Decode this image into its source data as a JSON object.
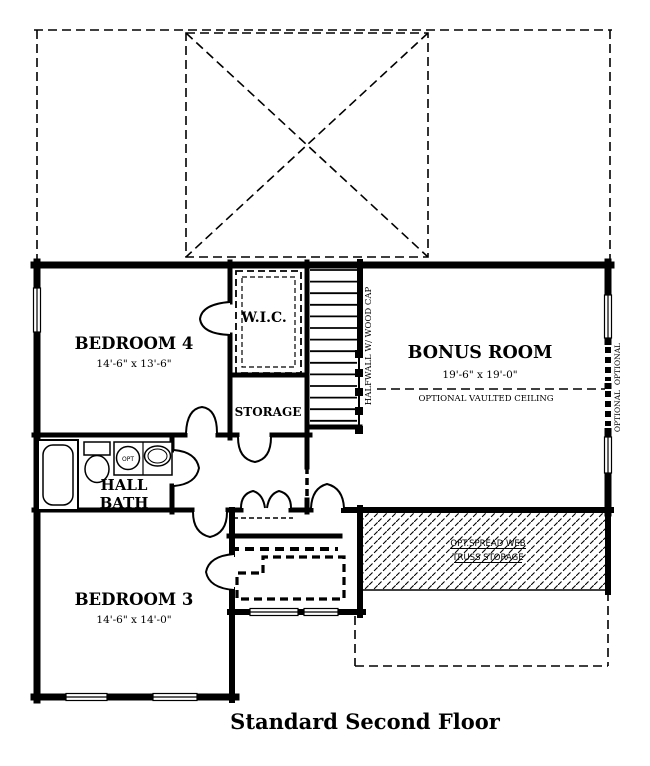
{
  "title": "Standard Second Floor",
  "rooms": {
    "bedroom4": {
      "name": "BEDROOM 4",
      "dims": "14'-6\" x 13'-6\""
    },
    "wic": {
      "name": "W.I.C."
    },
    "storage": {
      "name": "STORAGE"
    },
    "hall_bath": {
      "line1": "HALL",
      "line2": "BATH"
    },
    "bedroom3": {
      "name": "BEDROOM 3",
      "dims": "14'-6\" x 14'-0\""
    },
    "bonus": {
      "name": "BONUS ROOM",
      "dims": "19'-6\" x 19'-0\"",
      "ceiling_note": "OPTIONAL VAULTED CEILING"
    }
  },
  "annotations": {
    "halfwall": "HALFWALL W/ WOOD CAP",
    "optional_upper": "OPTIONAL",
    "optional_lower": "OPTIONAL",
    "truss_line1": "OPT.SPREAD WEB",
    "truss_line2": "TRUSS STORAGE",
    "opt_fixture": "OPT"
  },
  "colors": {
    "line": "#000000",
    "background": "#ffffff"
  }
}
